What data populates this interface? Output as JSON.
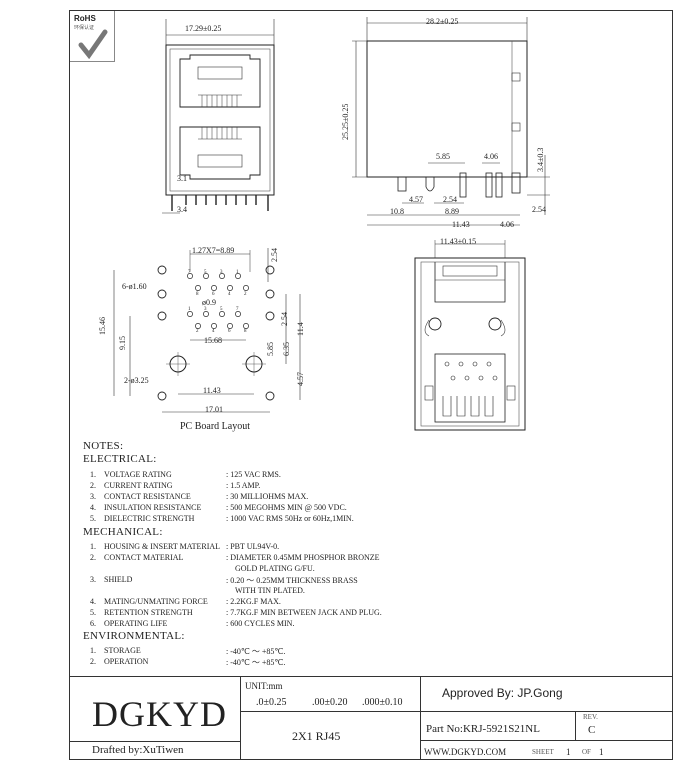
{
  "rohs": {
    "label": "RoHS",
    "sub": "环保认证"
  },
  "drawing": {
    "dims": {
      "front_width": "17.29±0.25",
      "front_d1": "3.1",
      "front_d2": "3.4",
      "side_width": "28.2±0.25",
      "side_height": "25.25±0.25",
      "side_pin_h": "3.4±0.3",
      "side_585": "5.85",
      "side_406a": "4.06",
      "side_457": "4.57",
      "side_254a": "2.54",
      "side_108": "10.8",
      "side_889": "8.89",
      "side_254b": "2.54",
      "side_1143": "11.43",
      "side_406b": "4.06",
      "pcb_127": "1.27X7=8.89",
      "pcb_254_top": "2.54",
      "pcb_6hole": "6-ø1.60",
      "pcb_09": "ø0.9",
      "pcb_1546": "15.46",
      "pcb_915": "9.15",
      "pcb_1568": "15.68",
      "pcb_254_mid": "2.54",
      "pcb_114": "11.4",
      "pcb_585": "5.85",
      "pcb_635": "6.35",
      "pcb_2hole": "2-ø3.25",
      "pcb_1143": "11.43",
      "pcb_457": "4.57",
      "pcb_1701": "17.01",
      "bottom_width": "11.43±0.15"
    },
    "pin_numbers_top": [
      "7",
      "5",
      "3",
      "1",
      "8",
      "6",
      "4",
      "2"
    ],
    "pin_numbers_bot": [
      "1",
      "3",
      "5",
      "7",
      "2",
      "4",
      "6",
      "8"
    ],
    "pcb_caption": "PC Board Layout"
  },
  "notes": {
    "title": "NOTES:",
    "electrical_title": "ELECTRICAL:",
    "electrical": [
      {
        "num": "1.",
        "label": "VOLTAGE RATING",
        "value": ": 125 VAC RMS."
      },
      {
        "num": "2.",
        "label": "CURRENT RATING",
        "value": ": 1.5 AMP."
      },
      {
        "num": "3.",
        "label": "CONTACT RESISTANCE",
        "value": ": 30 MILLIOHMS MAX."
      },
      {
        "num": "4.",
        "label": "INSULATION RESISTANCE",
        "value": ": 500 MEGOHMS MIN @ 500 VDC."
      },
      {
        "num": "5.",
        "label": "DIELECTRIC STRENGTH",
        "value": ": 1000 VAC RMS 50Hz or 60Hz,1MIN."
      }
    ],
    "mechanical_title": "MECHANICAL:",
    "mechanical": [
      {
        "num": "1.",
        "label": "HOUSING & INSERT MATERIAL",
        "value": ": PBT  UL94V-0."
      },
      {
        "num": "2.",
        "label": "CONTACT MATERIAL",
        "value": ": DIAMETER 0.45MM PHOSPHOR BRONZE",
        "value2": "GOLD PLATING  G/FU."
      },
      {
        "num": "3.",
        "label": "SHIELD",
        "value": ": 0.20 ～ 0.25MM THICKNESS BRASS",
        "value2": "WITH TIN PLATED."
      },
      {
        "num": "4.",
        "label": "MATING/UNMATING FORCE",
        "value": ": 2.2KG.F MAX."
      },
      {
        "num": "5.",
        "label": "RETENTION STRENGTH",
        "value": ": 7.7KG.F MIN BETWEEN JACK AND PLUG."
      },
      {
        "num": "6.",
        "label": "OPERATING LIFE",
        "value": ": 600 CYCLES MIN."
      }
    ],
    "environmental_title": "ENVIRONMENTAL:",
    "environmental": [
      {
        "num": "1.",
        "label": "STORAGE",
        "value": ": -40℃ ～ +85℃."
      },
      {
        "num": "2.",
        "label": "OPERATION",
        "value": ": -40℃ ～ +85℃."
      }
    ]
  },
  "title_block": {
    "logo": "DGKYD",
    "drafted": "Drafted by:XuTiwen",
    "unit": "UNIT:mm",
    "tol1": ".0±0.25",
    "tol2": ".00±0.20",
    "tol3": ".000±0.10",
    "desc": "2X1  RJ45",
    "approved": "Approved By: JP.Gong",
    "part_no": "Part No:KRJ-5921S21NL",
    "rev_label": "REV.",
    "rev": "C",
    "website": "WWW.DGKYD.COM",
    "sheet_label": "SHEET",
    "sheet": "1",
    "of_label": "OF",
    "of": "1"
  }
}
